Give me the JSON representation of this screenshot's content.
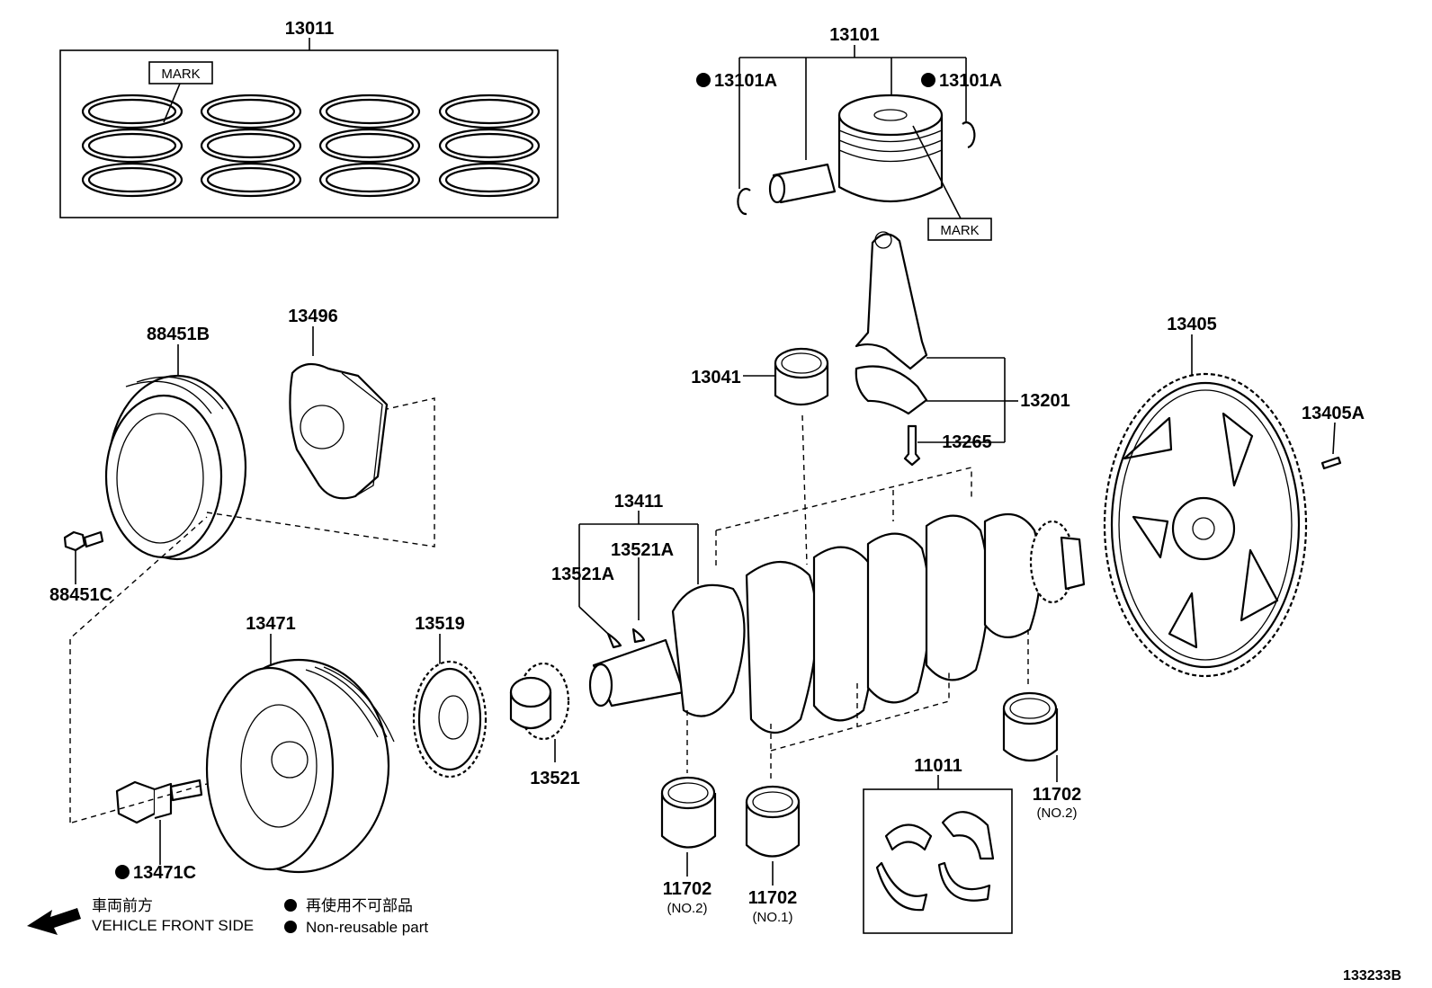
{
  "labels": {
    "p13011": "13011",
    "p13101": "13101",
    "p13101A_left": "13101A",
    "p13101A_right": "13101A",
    "mark_rings": "MARK",
    "mark_piston": "MARK",
    "p88451B": "88451B",
    "p13496": "13496",
    "p88451C": "88451C",
    "p13041": "13041",
    "p13201": "13201",
    "p13265": "13265",
    "p13405": "13405",
    "p13405A": "13405A",
    "p13411": "13411",
    "p13521A_upper": "13521A",
    "p13521A_lower": "13521A",
    "p13471": "13471",
    "p13519": "13519",
    "p13521": "13521",
    "p13471C": "13471C",
    "p11011": "11011",
    "p11702_right": "11702",
    "p11702_right_sub": "(NO.2)",
    "p11702_left": "11702",
    "p11702_left_sub": "(NO.2)",
    "p11702_mid": "11702",
    "p11702_mid_sub": "(NO.1)"
  },
  "legend": {
    "front_jp": "車両前方",
    "front_en": "VEHICLE FRONT SIDE",
    "nonreuse_jp": "再使用不可部品",
    "nonreuse_en": "Non-reusable part"
  },
  "figure_number": "133233B"
}
